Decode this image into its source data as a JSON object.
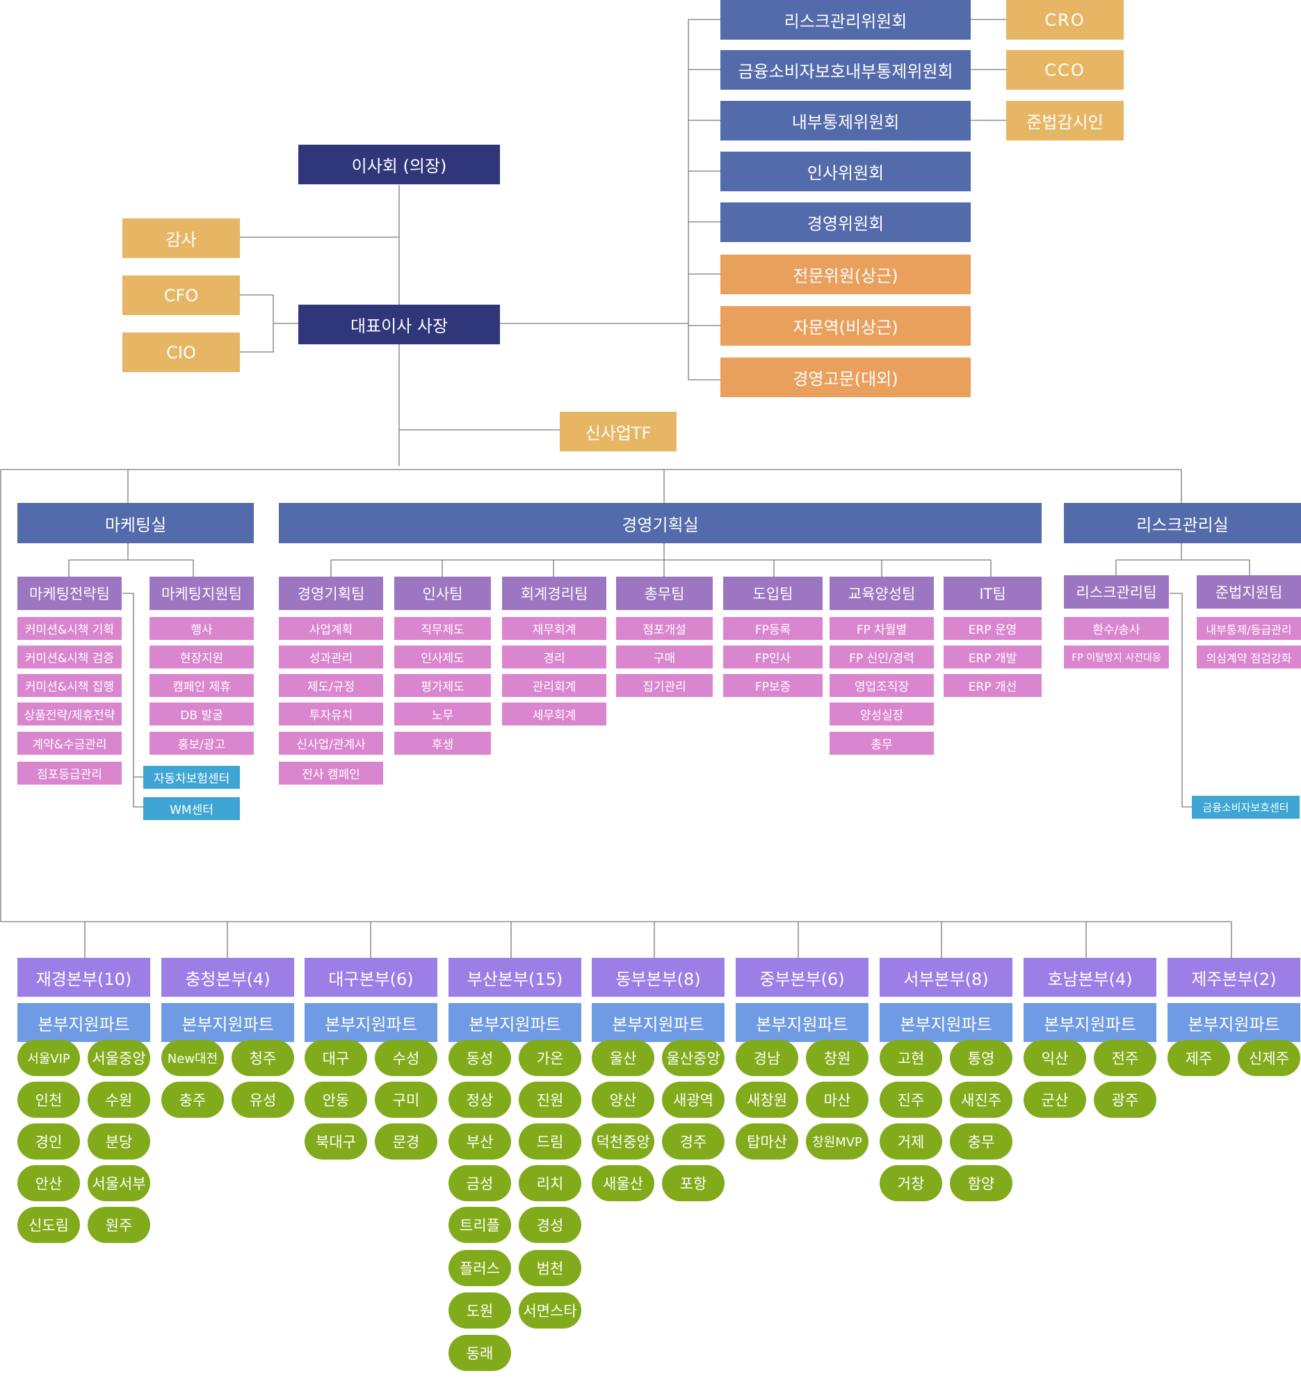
{
  "top": {
    "board": "이사회 (의장)",
    "ceo": "대표이사 사장",
    "audit": "감사",
    "cfo": "CFO",
    "cio": "CIO",
    "new_biz_tf": "신사업TF"
  },
  "committees": [
    {
      "label": "리스크관리위원회",
      "officer": "CRO"
    },
    {
      "label": "금융소비자보호내부통제위원회",
      "officer": "CCO"
    },
    {
      "label": "내부통제위원회",
      "officer": "준법감시인"
    },
    {
      "label": "인사위원회"
    },
    {
      "label": "경영위원회"
    }
  ],
  "advisors": [
    "전문위원(상근)",
    "자문역(비상근)",
    "경영고문(대외)"
  ],
  "departments": [
    {
      "name": "마케팅실",
      "teams": [
        {
          "name": "마케팅전략팀",
          "tasks": [
            "커미션&시책 기획",
            "커미션&시책 검증",
            "커미션&시책 집행",
            "상품전략/제휴전략",
            "계약&수금관리",
            "점포등급관리"
          ]
        },
        {
          "name": "마케팅지원팀",
          "tasks": [
            "행사",
            "현장지원",
            "캠페인 제휴",
            "DB 발굴",
            "홍보/광고"
          ]
        }
      ],
      "centers": [
        "자동차보험센터",
        "WM센터"
      ]
    },
    {
      "name": "경영기획실",
      "teams": [
        {
          "name": "경영기획팀",
          "tasks": [
            "사업계획",
            "성과관리",
            "제도/규정",
            "투자유치",
            "신사업/관계사",
            "전사 캠페인"
          ]
        },
        {
          "name": "인사팀",
          "tasks": [
            "직무제도",
            "인사제도",
            "평가제도",
            "노무",
            "후생"
          ]
        },
        {
          "name": "회계경리팀",
          "tasks": [
            "재무회계",
            "경리",
            "관리회계",
            "세무회계"
          ]
        },
        {
          "name": "총무팀",
          "tasks": [
            "점포개설",
            "구매",
            "집기관리"
          ]
        },
        {
          "name": "도입팀",
          "tasks": [
            "FP등록",
            "FP인사",
            "FP보증"
          ]
        },
        {
          "name": "교육양성팀",
          "tasks": [
            "FP 차월별",
            "FP 신인/경력",
            "영업조직장",
            "양성실장",
            "총무"
          ]
        },
        {
          "name": "IT팀",
          "tasks": [
            "ERP 운영",
            "ERP 개발",
            "ERP 개선"
          ]
        }
      ]
    },
    {
      "name": "리스크관리실",
      "teams": [
        {
          "name": "리스크관리팀",
          "tasks": [
            "환수/송사",
            "FP 이탈방지 사전대응"
          ]
        },
        {
          "name": "준법지원팀",
          "tasks": [
            "내부통제/등급관리",
            "의심계약 점검강화"
          ]
        }
      ],
      "centers": [
        "금융소비자보호센터"
      ]
    }
  ],
  "support_part_label": "본부지원파트",
  "headquarters": [
    {
      "name": "재경본부(10)",
      "branches": [
        "서울VIP",
        "서울중앙",
        "인천",
        "수원",
        "경인",
        "분당",
        "안산",
        "서울서부",
        "신도림",
        "원주"
      ]
    },
    {
      "name": "충청본부(4)",
      "branches": [
        "New대전",
        "청주",
        "충주",
        "유성"
      ]
    },
    {
      "name": "대구본부(6)",
      "branches": [
        "대구",
        "수성",
        "안동",
        "구미",
        "북대구",
        "문경"
      ]
    },
    {
      "name": "부산본부(15)",
      "branches": [
        "동성",
        "가온",
        "정상",
        "진원",
        "부산",
        "드림",
        "금성",
        "리치",
        "트리플",
        "경성",
        "플러스",
        "범천",
        "도원",
        "서면스타",
        "동래"
      ]
    },
    {
      "name": "동부본부(8)",
      "branches": [
        "울산",
        "울산중앙",
        "양산",
        "새광역",
        "덕천중앙",
        "경주",
        "새울산",
        "포항"
      ]
    },
    {
      "name": "중부본부(6)",
      "branches": [
        "경남",
        "창원",
        "새창원",
        "마산",
        "탑마산",
        "창원MVP"
      ]
    },
    {
      "name": "서부본부(8)",
      "branches": [
        "고현",
        "통영",
        "진주",
        "새진주",
        "거제",
        "충무",
        "거창",
        "함양"
      ]
    },
    {
      "name": "호남본부(4)",
      "branches": [
        "익산",
        "전주",
        "군산",
        "광주"
      ]
    },
    {
      "name": "제주본부(2)",
      "branches": [
        "제주",
        "신제주"
      ]
    }
  ],
  "colors": {
    "navy": "#2f367a",
    "slate_blue": "#536aab",
    "gold": "#e7b664",
    "orange": "#e9a05d",
    "team_purple": "#9c76c0",
    "task_pink": "#da86cf",
    "center_cyan": "#3ea5d5",
    "hq_violet": "#9c7ee6",
    "part_blue": "#6f9be4",
    "branch_green": "#82ab1c",
    "connector": "#7a7a7a"
  }
}
